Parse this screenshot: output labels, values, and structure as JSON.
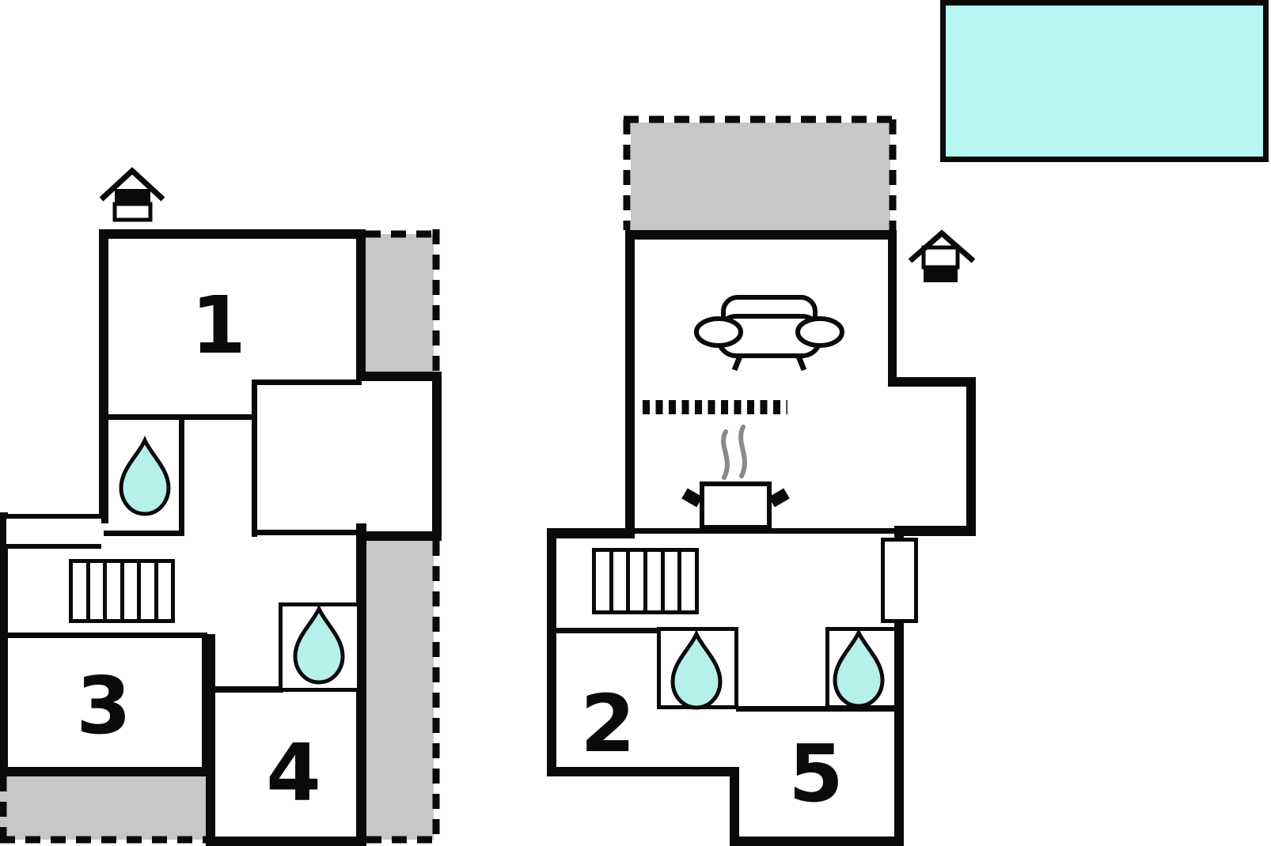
{
  "title": "holiday-home-floor-plan",
  "colors": {
    "wall": "#0a0a0a",
    "terrace_fill": "#c7c7c7",
    "pool_fill": "#b7f8f5",
    "water_drop_fill": "#b5f0ea",
    "background": "#ffffff"
  },
  "rooms": {
    "r1": {
      "label": "1"
    },
    "r2": {
      "label": "2"
    },
    "r3": {
      "label": "3"
    },
    "r4": {
      "label": "4"
    },
    "r5": {
      "label": "5"
    }
  },
  "icons": {
    "entrance": "house-entrance-icon",
    "bathroom": "water-drop-icon",
    "living_room": "sofa-icon",
    "kitchen": "cooking-pot-icon",
    "staircase": "staircase",
    "terrace": "dashed-terrace-area",
    "pool": "pool"
  }
}
